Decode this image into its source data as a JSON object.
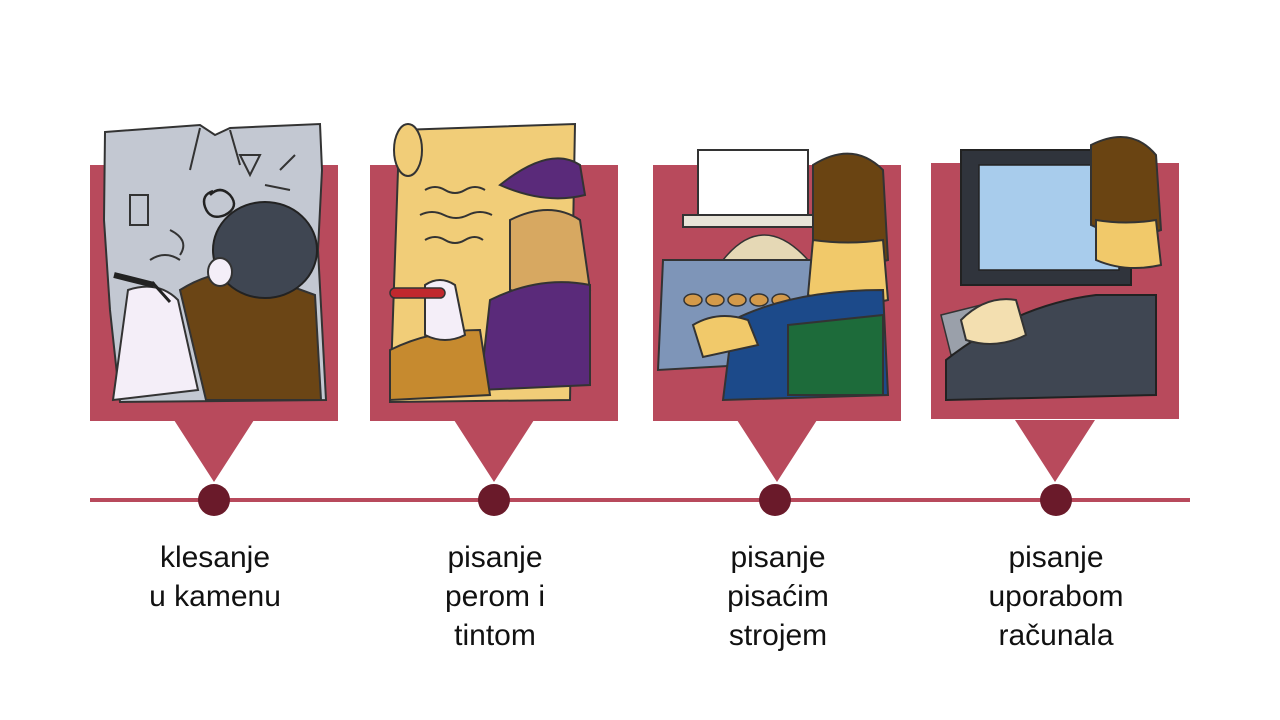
{
  "colors": {
    "panel": "#b84a5c",
    "line": "#b84a5c",
    "dot": "#6a1a2a"
  },
  "stages": [
    {
      "label": "klesanje\nu kamenu",
      "icon": "stone-carving-illustration"
    },
    {
      "label": "pisanje\nperom i\ntintom",
      "icon": "quill-writing-illustration"
    },
    {
      "label": "pisanje\npisaćim\nstrojem",
      "icon": "typewriter-illustration"
    },
    {
      "label": "pisanje\nuporabom\nračunala",
      "icon": "computer-illustration"
    }
  ]
}
